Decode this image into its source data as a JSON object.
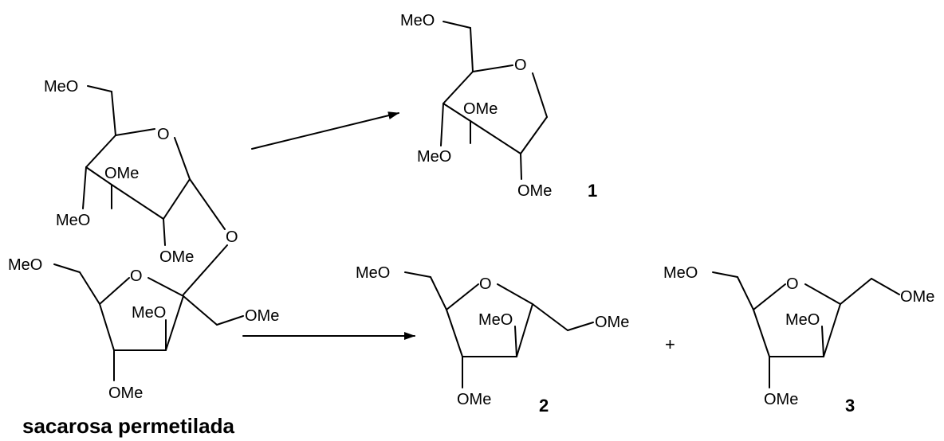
{
  "ome_label": "OMe",
  "meo_label": "MeO",
  "o_label": "O",
  "plus_sign": "+",
  "compounds": {
    "c1": "1",
    "c2": "2",
    "c3": "3"
  },
  "caption": "sacarosa permetilada"
}
